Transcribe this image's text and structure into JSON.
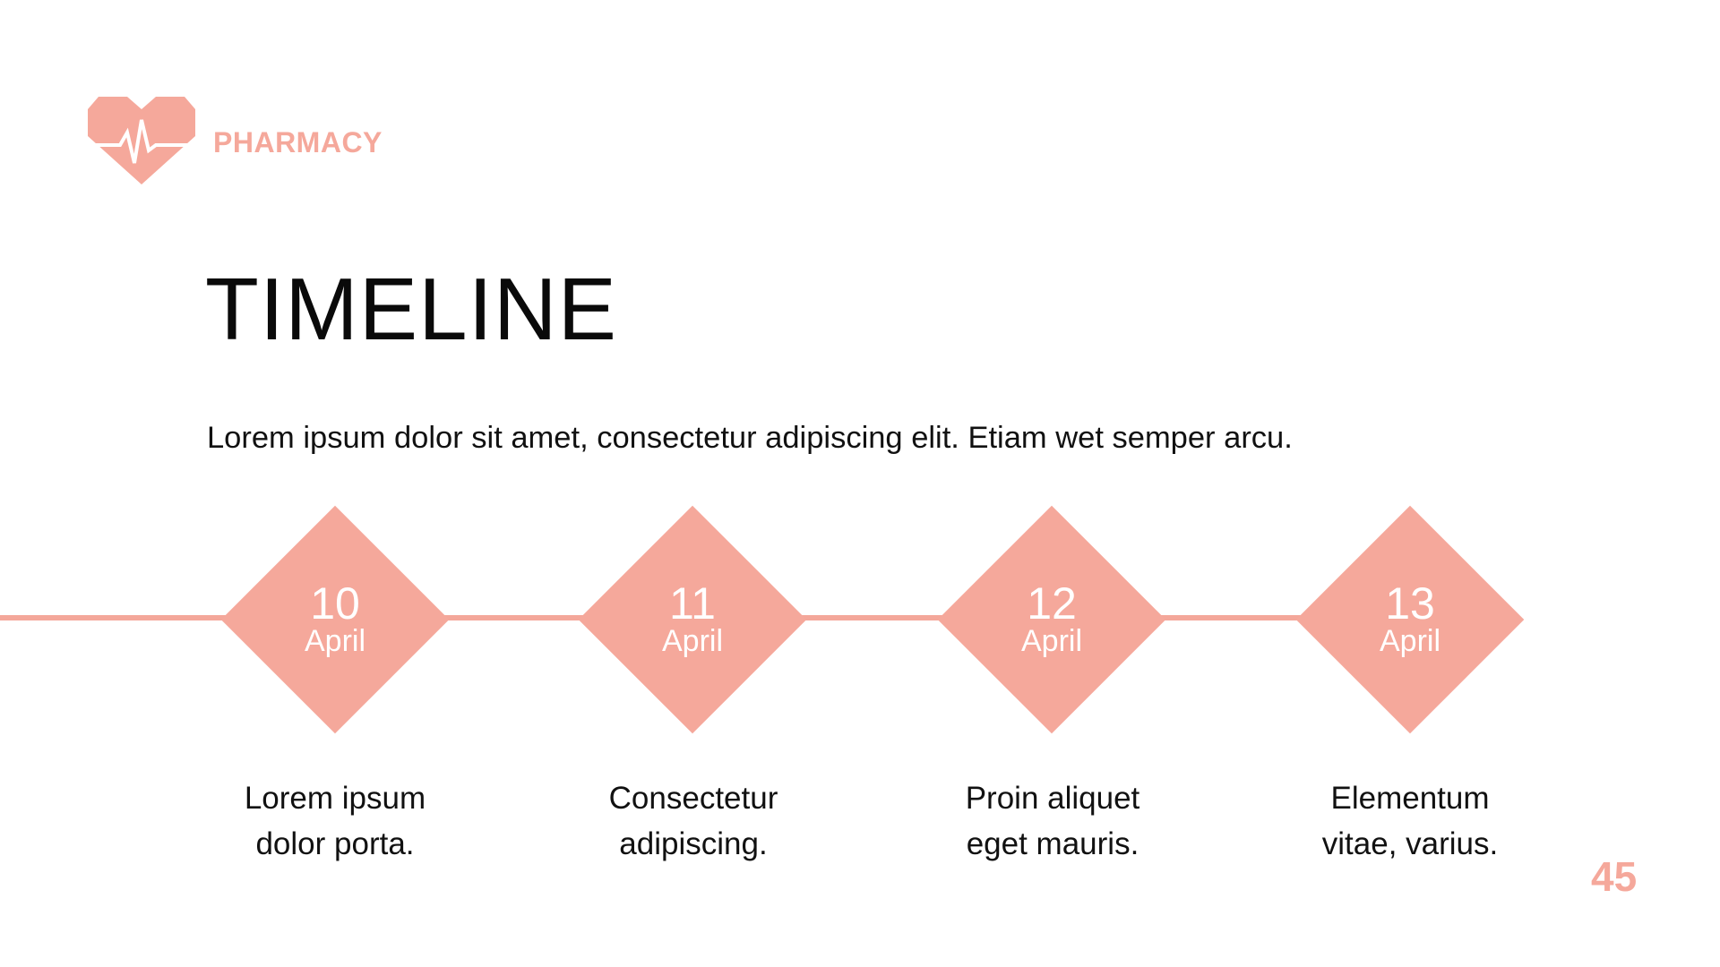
{
  "brand": {
    "name": "PHARMACY",
    "logo_icon": "heart-pulse-icon",
    "accent_color": "#f5a89b"
  },
  "slide": {
    "title": "TIMELINE",
    "subtitle": "Lorem ipsum dolor sit amet, consectetur adipiscing elit. Etiam wet semper arcu.",
    "page_number": "45"
  },
  "timeline": {
    "milestones": [
      {
        "day": "10",
        "month": "April",
        "caption_line1": "Lorem ipsum",
        "caption_line2": "dolor porta."
      },
      {
        "day": "11",
        "month": "April",
        "caption_line1": "Consectetur",
        "caption_line2": "adipiscing."
      },
      {
        "day": "12",
        "month": "April",
        "caption_line1": "Proin aliquet",
        "caption_line2": "eget mauris."
      },
      {
        "day": "13",
        "month": "April",
        "caption_line1": "Elementum",
        "caption_line2": "vitae, varius."
      }
    ]
  }
}
